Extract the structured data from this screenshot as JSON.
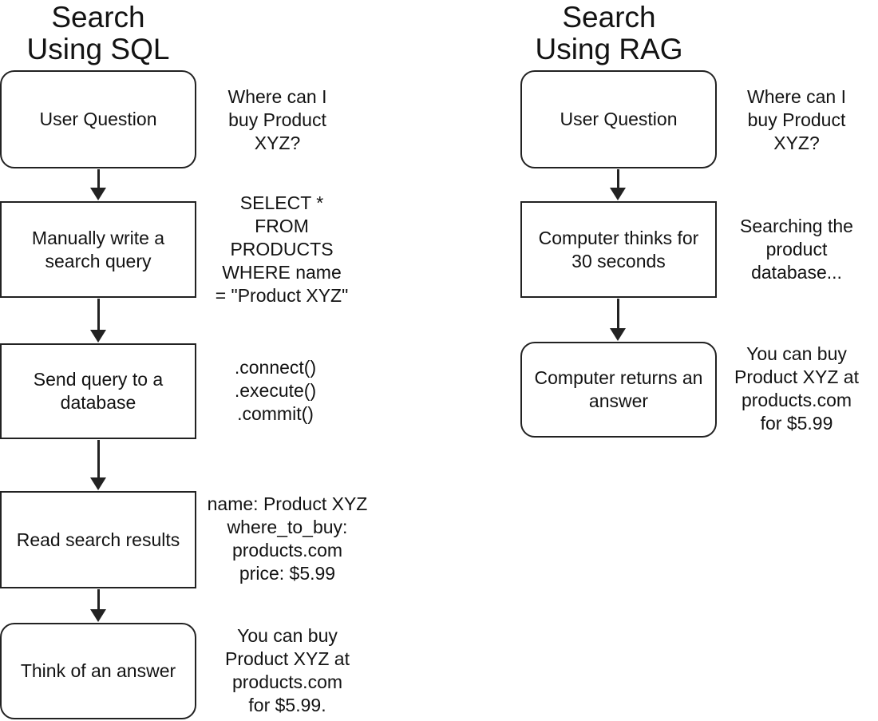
{
  "colors": {
    "stroke": "#222222",
    "text": "#131313",
    "background": "#ffffff"
  },
  "sql": {
    "title": "Search\nUsing SQL",
    "steps": [
      {
        "label": "User Question",
        "shape": "rounded",
        "annotation": "Where can I\nbuy Product\nXYZ?"
      },
      {
        "label": "Manually write a\nsearch query",
        "shape": "rect",
        "annotation": "SELECT *\nFROM\nPRODUCTS\nWHERE name\n= \"Product XYZ\""
      },
      {
        "label": "Send query to a\ndatabase",
        "shape": "rect",
        "annotation": ".connect()\n.execute()\n.commit()"
      },
      {
        "label": "Read search results",
        "shape": "rect",
        "annotation": "name: Product XYZ\nwhere_to_buy:\nproducts.com\nprice: $5.99"
      },
      {
        "label": "Think of an answer",
        "shape": "rounded",
        "annotation": "You can buy\nProduct XYZ at\nproducts.com\nfor $5.99."
      }
    ]
  },
  "rag": {
    "title": "Search\nUsing RAG",
    "steps": [
      {
        "label": "User Question",
        "shape": "rounded",
        "annotation": "Where can I\nbuy Product\nXYZ?"
      },
      {
        "label": "Computer thinks for\n30 seconds",
        "shape": "rect",
        "annotation": "Searching the\nproduct\ndatabase..."
      },
      {
        "label": "Computer returns an\nanswer",
        "shape": "rounded",
        "annotation": "You can buy\nProduct XYZ at\nproducts.com\nfor $5.99"
      }
    ]
  }
}
